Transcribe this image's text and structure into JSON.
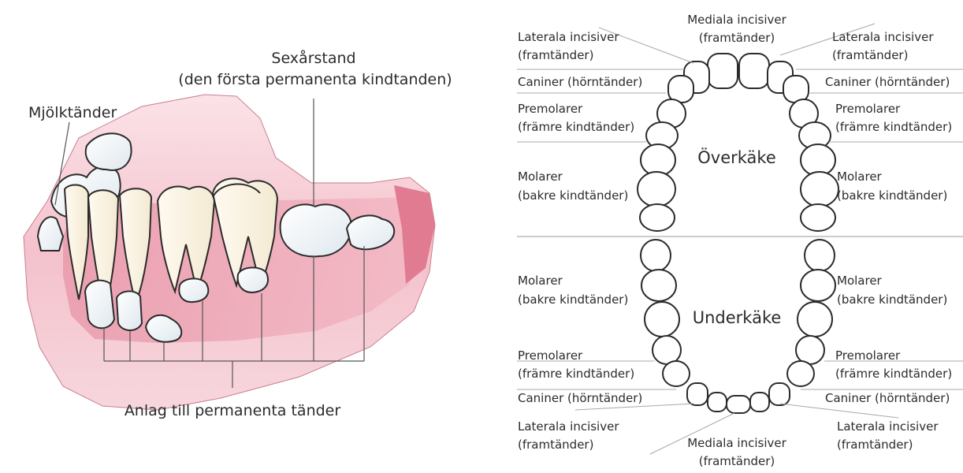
{
  "left_panel": {
    "milk_teeth": "Mjölktänder",
    "six_year_molar_line1": "Sexårstand",
    "six_year_molar_line2": "(den första permanenta kindtanden)",
    "permanent_buds": "Anlag till permanenta tänder"
  },
  "right_panel": {
    "upper_jaw": "Överkäke",
    "lower_jaw": "Underkäke",
    "top_central_l1": "Mediala incisiver",
    "top_central_l2": "(framtänder)",
    "top_lat_left_l1": "Laterala incisiver",
    "top_lat_left_l2": "(framtänder)",
    "top_lat_right_l1": "Laterala incisiver",
    "top_lat_right_l2": "(framtänder)",
    "top_can_left": "Caniner (hörntänder)",
    "top_can_right": "Caniner (hörntänder)",
    "top_pre_left_l1": "Premolarer",
    "top_pre_left_l2": "(främre kindtänder)",
    "top_pre_right_l1": "Premolarer",
    "top_pre_right_l2": "(främre kindtänder)",
    "top_mol_left_l1": "Molarer",
    "top_mol_left_l2": "(bakre kindtänder)",
    "top_mol_right_l1": "Molarer",
    "top_mol_right_l2": "(bakre kindtänder)",
    "bot_mol_left_l1": "Molarer",
    "bot_mol_left_l2": "(bakre kindtänder)",
    "bot_mol_right_l1": "Molarer",
    "bot_mol_right_l2": "(bakre kindtänder)",
    "bot_pre_left_l1": "Premolarer",
    "bot_pre_left_l2": "(främre kindtänder)",
    "bot_pre_right_l1": "Premolarer",
    "bot_pre_right_l2": "(främre kindtänder)",
    "bot_can_left": "Caniner (hörntänder)",
    "bot_can_right": "Caniner (hörntänder)",
    "bot_lat_left_l1": "Laterala incisiver",
    "bot_lat_left_l2": "(framtänder)",
    "bot_lat_right_l1": "Laterala incisiver",
    "bot_lat_right_l2": "(framtänder)",
    "bot_central_l1": "Mediala incisiver",
    "bot_central_l2": "(framtänder)"
  },
  "colors": {
    "gum_pink": "#f4b8c4",
    "gum_dark": "#e2899c",
    "tooth_fill": "#ffffff",
    "tooth_shade": "#e6eef2",
    "root_cream": "#fbf5e6",
    "line_gray": "#9a9a9a",
    "outline": "#2b2b2b"
  }
}
